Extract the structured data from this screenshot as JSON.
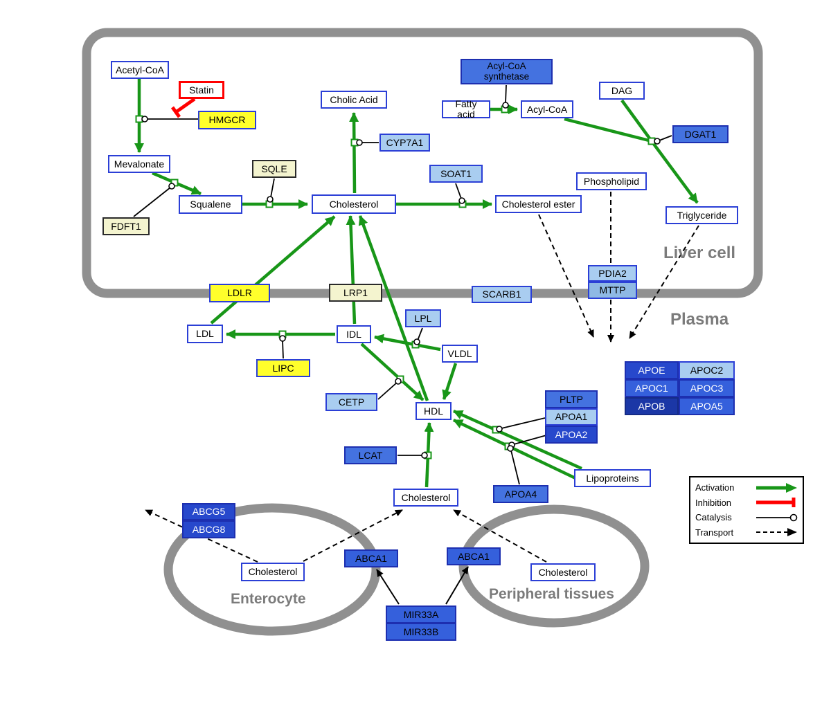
{
  "regions": {
    "liver_cell": "Liver cell",
    "plasma": "Plasma",
    "enterocyte": "Enterocyte",
    "peripheral_tissues": "Peripheral tissues"
  },
  "nodes": {
    "acetyl_coa": "Acetyl-CoA",
    "statin": "Statin",
    "hmgcr": "HMGCR",
    "mevalonate": "Mevalonate",
    "fdft1": "FDFT1",
    "squalene": "Squalene",
    "sqle": "SQLE",
    "cholesterol_liver": "Cholesterol",
    "cholic_acid": "Cholic Acid",
    "cyp7a1": "CYP7A1",
    "acyl_coa_synthetase": "Acyl-CoA synthetase",
    "fatty_acid": "Fatty acid",
    "acyl_coa": "Acyl-CoA",
    "dag": "DAG",
    "dgat1": "DGAT1",
    "soat1": "SOAT1",
    "cholesterol_ester": "Cholesterol ester",
    "phospholipid": "Phospholipid",
    "triglyceride": "Triglyceride",
    "pdia2": "PDIA2",
    "mttp": "MTTP",
    "ldlr": "LDLR",
    "lrp1": "LRP1",
    "scarb1": "SCARB1",
    "ldl": "LDL",
    "idl": "IDL",
    "lpl": "LPL",
    "vldl": "VLDL",
    "lipc": "LIPC",
    "cetp": "CETP",
    "hdl": "HDL",
    "pltp": "PLTP",
    "apoa1": "APOA1",
    "apoa2": "APOA2",
    "lcat": "LCAT",
    "apoa4": "APOA4",
    "lipoproteins": "Lipoproteins",
    "apoe": "APOE",
    "apoc2": "APOC2",
    "apoc1": "APOC1",
    "apoc3": "APOC3",
    "apob": "APOB",
    "apoa5": "APOA5",
    "cholesterol_plasma": "Cholesterol",
    "abcg5": "ABCG5",
    "abcg8": "ABCG8",
    "cholesterol_enterocyte": "Cholesterol",
    "abca1_enterocyte": "ABCA1",
    "abca1_peripheral": "ABCA1",
    "cholesterol_peripheral": "Cholesterol",
    "mir33a": "MIR33A",
    "mir33b": "MIR33B"
  },
  "legend": {
    "items": [
      {
        "label": "Activation"
      },
      {
        "label": "Inhibition"
      },
      {
        "label": "Catalysis"
      },
      {
        "label": "Transport"
      }
    ]
  },
  "colors": {
    "activation": "#189618",
    "inhibition": "#ff0000",
    "catalysis": "#000000",
    "transport": "#000000",
    "membrane": "#909090",
    "metabolite_border": "#2b3fd6",
    "enzyme_yellow": "#ffff2b",
    "enzyme_pale": "#f4f4cf",
    "protein_light": "#a9cdf0",
    "protein_mid": "#4472e0",
    "protein_dark": "#2748cc"
  }
}
